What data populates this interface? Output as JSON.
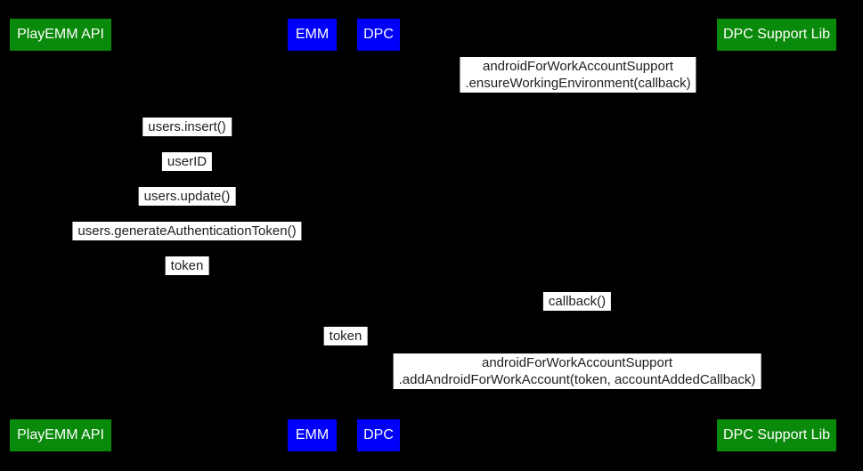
{
  "diagram": {
    "type": "sequence-diagram",
    "description": "PlayEMM API / EMM / DPC / DPC Support Lib message flow"
  },
  "colors": {
    "background": "#000000",
    "actor_green": "#0a8a0a",
    "actor_blue": "#0000fa",
    "message_bg": "#ffffff",
    "message_text": "#212121",
    "actor_text": "#ffffff"
  },
  "actors": {
    "playemm": {
      "label": "PlayEMM API",
      "color_key": "actor_green"
    },
    "emm": {
      "label": "EMM",
      "color_key": "actor_blue"
    },
    "dpc": {
      "label": "DPC",
      "color_key": "actor_blue"
    },
    "dpclib": {
      "label": "DPC Support Lib",
      "color_key": "actor_green"
    }
  },
  "messages": {
    "ensure_working_environment": {
      "line1": "androidForWorkAccountSupport",
      "line2": ".ensureWorkingEnvironment(callback)",
      "from": "DPC",
      "to": "DPC Support Lib"
    },
    "users_insert": {
      "text": "users.insert()",
      "from": "EMM",
      "to": "PlayEMM API"
    },
    "user_id": {
      "text": "userID",
      "from": "PlayEMM API",
      "to": "EMM"
    },
    "users_update": {
      "text": "users.update()",
      "from": "EMM",
      "to": "PlayEMM API"
    },
    "users_generate_authentication_token": {
      "text": "users.generateAuthenticationToken()",
      "from": "EMM",
      "to": "PlayEMM API"
    },
    "token_response": {
      "text": "token",
      "from": "PlayEMM API",
      "to": "EMM"
    },
    "callback": {
      "text": "callback()",
      "from": "DPC Support Lib",
      "to": "DPC"
    },
    "token_forward": {
      "text": "token",
      "from": "EMM",
      "to": "DPC"
    },
    "add_android_for_work_account": {
      "line1": "androidForWorkAccountSupport",
      "line2": ".addAndroidForWorkAccount(token, accountAddedCallback)",
      "from": "DPC",
      "to": "DPC Support Lib"
    }
  }
}
